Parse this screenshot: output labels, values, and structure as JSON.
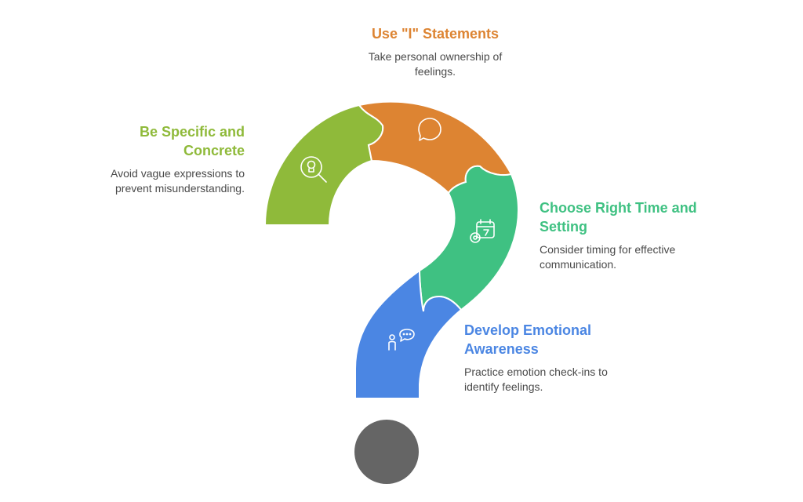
{
  "steps": [
    {
      "id": "specific",
      "title": "Be Specific and Concrete",
      "description": "Avoid vague expressions to prevent misunderstanding.",
      "icon": "magnifier-idea-icon",
      "color": "#8fba3a"
    },
    {
      "id": "i-statements",
      "title": "Use \"I\" Statements",
      "description": "Take personal ownership of feelings.",
      "icon": "speech-bubble-icon",
      "color": "#dd8432"
    },
    {
      "id": "timing",
      "title": "Choose Right Time and Setting",
      "description": "Consider timing for effective communication.",
      "icon": "calendar-gear-icon",
      "color": "#3fc182"
    },
    {
      "id": "awareness",
      "title": "Develop Emotional Awareness",
      "description": "Practice emotion check-ins to identify feelings.",
      "icon": "person-thought-icon",
      "color": "#4b86e3"
    }
  ],
  "dot_color": "#656565"
}
